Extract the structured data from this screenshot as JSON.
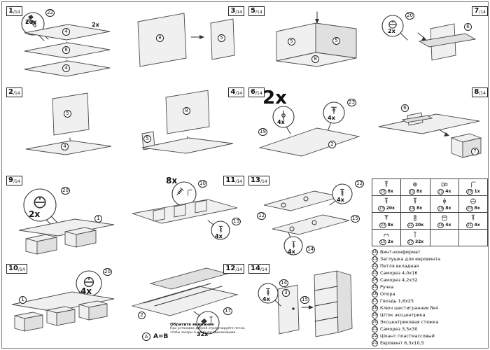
{
  "sheet": {
    "denominator": "/14"
  },
  "panels": {
    "p1": {
      "step": "1",
      "q1": "20x",
      "c1": "22",
      "l1": "4",
      "l2": "2x",
      "l3": "8",
      "l4": "4"
    },
    "p2": {
      "step": "2",
      "l1": "5",
      "l2": "4"
    },
    "p3": {
      "step": "3",
      "l1": "8",
      "l2": "5"
    },
    "p4": {
      "step": "4",
      "l1": "8",
      "l2": "5"
    },
    "p5": {
      "step": "5",
      "l1": "5",
      "l2": "8",
      "l3": "5"
    },
    "p6": {
      "step": "6",
      "mult": "2x",
      "q1": "4x",
      "c1": "19",
      "q2": "4x",
      "c2": "23",
      "l1": "2"
    },
    "p7": {
      "step": "7",
      "q1": "2x",
      "c1": "20",
      "l1": "6"
    },
    "p8": {
      "step": "8",
      "l1": "6",
      "l2": "7"
    },
    "p9": {
      "step": "9",
      "q1": "2x",
      "c1": "20",
      "l1": "1"
    },
    "p10": {
      "step": "10",
      "q1": "4x",
      "c1": "20",
      "l1": "1"
    },
    "p11": {
      "step": "11",
      "q1": "8x",
      "c1": "10",
      "q2": "4x",
      "c2": "13"
    },
    "p12": {
      "step": "12",
      "q1": "32x",
      "c1": "17",
      "l1": "2"
    },
    "p13": {
      "step": "13",
      "q1": "4x",
      "c1": "13",
      "q2": "4x",
      "c2": "14",
      "l1": "12",
      "l2": "15"
    },
    "p14": {
      "step": "14",
      "q1": "4x",
      "c1": "14",
      "l1": "3",
      "l2": "15"
    }
  },
  "note": {
    "symbol": "A",
    "equality": "A=B",
    "title": "Обратите внимание",
    "line1": "При установке дверей отрегулируйте петли,",
    "line2": "чтобы зазоры A и B были одинаковыми."
  },
  "legend": {
    "grid": [
      {
        "id": "10",
        "qty": "8x"
      },
      {
        "id": "11",
        "qty": "8x"
      },
      {
        "id": "12",
        "qty": "4x"
      },
      {
        "id": "18",
        "qty": "1x"
      },
      {
        "id": "13",
        "qty": "20x"
      },
      {
        "id": "14",
        "qty": "8x"
      },
      {
        "id": "19",
        "qty": "8x"
      },
      {
        "id": "20",
        "qty": "8x"
      },
      {
        "id": "23",
        "qty": "8x"
      },
      {
        "id": "22",
        "qty": "20x"
      },
      {
        "id": "16",
        "qty": "4x"
      },
      {
        "id": "21",
        "qty": "4x"
      },
      {
        "id": "15",
        "qty": "2x"
      },
      {
        "id": "17",
        "qty": "32x"
      }
    ],
    "items": [
      {
        "num": "10",
        "name": "Винт-конфирмат"
      },
      {
        "num": "11",
        "name": "Заглушка для евровинта"
      },
      {
        "num": "12",
        "name": "Петля вкладная"
      },
      {
        "num": "13",
        "name": "Саморез 4,0х16"
      },
      {
        "num": "14",
        "name": "Саморез 4,2х32"
      },
      {
        "num": "15",
        "name": "Ручка"
      },
      {
        "num": "16",
        "name": "Опора"
      },
      {
        "num": "17",
        "name": "Гвоздь 1,6х25"
      },
      {
        "num": "18",
        "name": "Ключ шестигранник №4"
      },
      {
        "num": "19",
        "name": "Шток эксцентрика"
      },
      {
        "num": "20",
        "name": "Эксцентриковая стяжка"
      },
      {
        "num": "21",
        "name": "Саморез 3,5х30"
      },
      {
        "num": "22",
        "name": "Шкант пластмассовый"
      },
      {
        "num": "23",
        "name": "Евровинт 6,3х10,5"
      }
    ]
  }
}
